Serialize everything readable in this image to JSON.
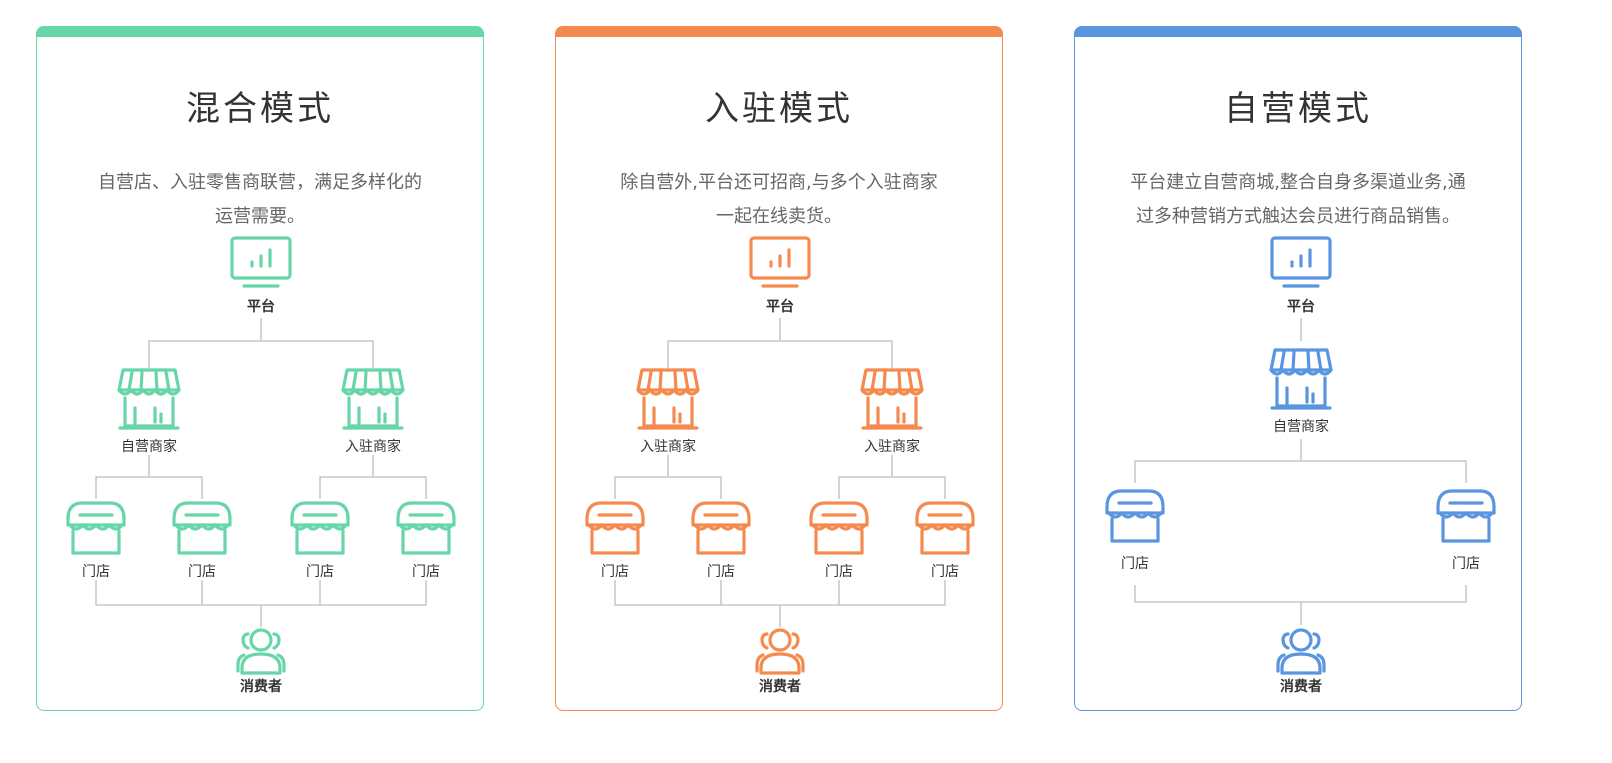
{
  "cards": [
    {
      "key": "mixed",
      "title": "混合模式",
      "desc_line1": "自营店、入驻零售商联营，满足多样化的",
      "desc_line2": "运营需要。",
      "color": "#66d6a8",
      "labels": {
        "platform": "平台",
        "merchant_a": "自营商家",
        "merchant_b": "入驻商家",
        "store": "门店",
        "consumer": "消费者"
      }
    },
    {
      "key": "settled",
      "title": "入驻模式",
      "desc_line1": "除自营外,平台还可招商,与多个入驻商家",
      "desc_line2": "一起在线卖货。",
      "color": "#f58a4f",
      "labels": {
        "platform": "平台",
        "merchant_a": "入驻商家",
        "merchant_b": "入驻商家",
        "store": "门店",
        "consumer": "消费者"
      }
    },
    {
      "key": "self",
      "title": "自营模式",
      "desc_line1": "平台建立自营商城,整合自身多渠道业务,通",
      "desc_line2": "过多种营销方式触达会员进行商品销售。",
      "color": "#5a95e0",
      "labels": {
        "platform": "平台",
        "merchant": "自营商家",
        "store": "门店",
        "consumer": "消费者"
      }
    }
  ],
  "icons": {
    "platform": "monitor-chart-icon",
    "merchant": "storefront-awning-icon",
    "store": "store-canopy-icon",
    "consumer": "user-group-icon"
  }
}
